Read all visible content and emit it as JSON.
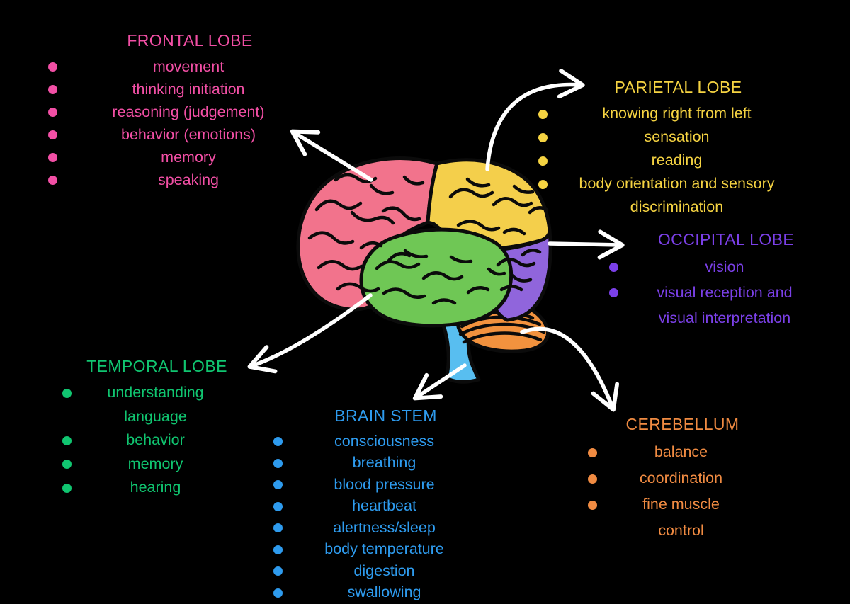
{
  "page": {
    "background": "#000000"
  },
  "brain": {
    "colors": {
      "frontal": "#F2738C",
      "parietal": "#F4CF4B",
      "temporal": "#6FC755",
      "occipital": "#9065DC",
      "cerebellum": "#F2923E",
      "brainstem": "#58BEF0",
      "outline": "#0B0B0B"
    },
    "arrow_color": "#FFFFFF"
  },
  "sections": {
    "frontal": {
      "title": "FRONTAL LOBE",
      "color": "#F24FA5",
      "items": [
        "movement",
        "thinking initiation",
        "reasoning (judgement)",
        "behavior (emotions)",
        "memory",
        "speaking"
      ]
    },
    "parietal": {
      "title": "PARIETAL LOBE",
      "color": "#F5D342",
      "items": [
        "knowing right from left",
        "sensation",
        "reading",
        "body orientation and sensory\ndiscrimination"
      ]
    },
    "occipital": {
      "title": "OCCIPITAL LOBE",
      "color": "#7B40E8",
      "items": [
        "vision",
        "visual reception and\nvisual interpretation"
      ]
    },
    "cerebellum": {
      "title": "CEREBELLUM",
      "color": "#F08B42",
      "items": [
        "balance",
        "coordination",
        "fine muscle\ncontrol"
      ]
    },
    "brainstem": {
      "title": "BRAIN STEM",
      "color": "#2E9BEE",
      "items": [
        "consciousness",
        "breathing",
        "blood pressure",
        "heartbeat",
        "alertness/sleep",
        "body temperature",
        "digestion",
        "swallowing"
      ]
    },
    "temporal": {
      "title": "TEMPORAL LOBE",
      "color": "#10C570",
      "items": [
        "understanding\nlanguage",
        "behavior",
        "memory",
        "hearing"
      ]
    }
  }
}
